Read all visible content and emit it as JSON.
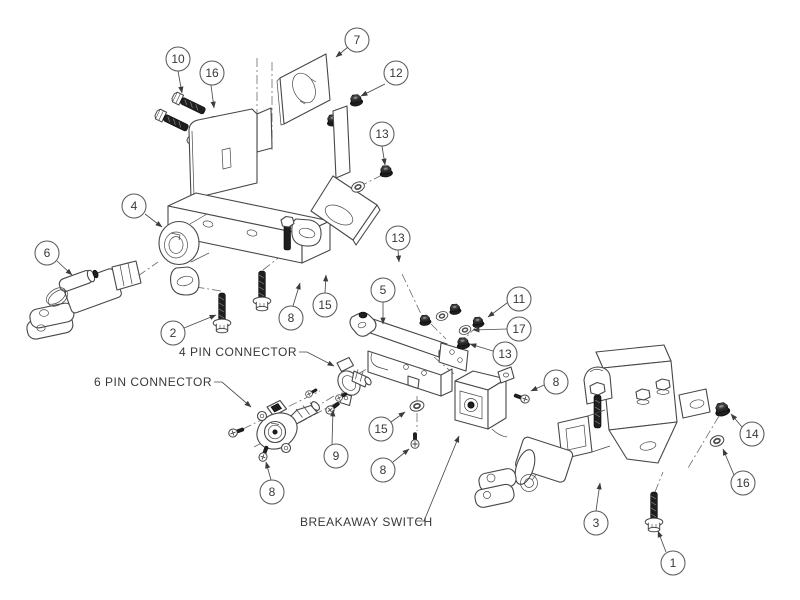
{
  "labels": {
    "four_pin": "4 PIN CONNECTOR",
    "six_pin": "6 PIN CONNECTOR",
    "breakaway": "BREAKAWAY SWITCH"
  },
  "callouts": [
    {
      "number": "7"
    },
    {
      "number": "10"
    },
    {
      "number": "16"
    },
    {
      "number": "12"
    },
    {
      "number": "13"
    },
    {
      "number": "4"
    },
    {
      "number": "6"
    },
    {
      "number": "2"
    },
    {
      "number": "8"
    },
    {
      "number": "15"
    },
    {
      "number": "13"
    },
    {
      "number": "5"
    },
    {
      "number": "11"
    },
    {
      "number": "17"
    },
    {
      "number": "13"
    },
    {
      "number": "8"
    },
    {
      "number": "9"
    },
    {
      "number": "8"
    },
    {
      "number": "15"
    },
    {
      "number": "8"
    },
    {
      "number": "3"
    },
    {
      "number": "1"
    },
    {
      "number": "14"
    },
    {
      "number": "16"
    }
  ],
  "colors": {
    "line": "#474747",
    "dark_fastener": "#1f1f1f",
    "background": "#ffffff"
  }
}
